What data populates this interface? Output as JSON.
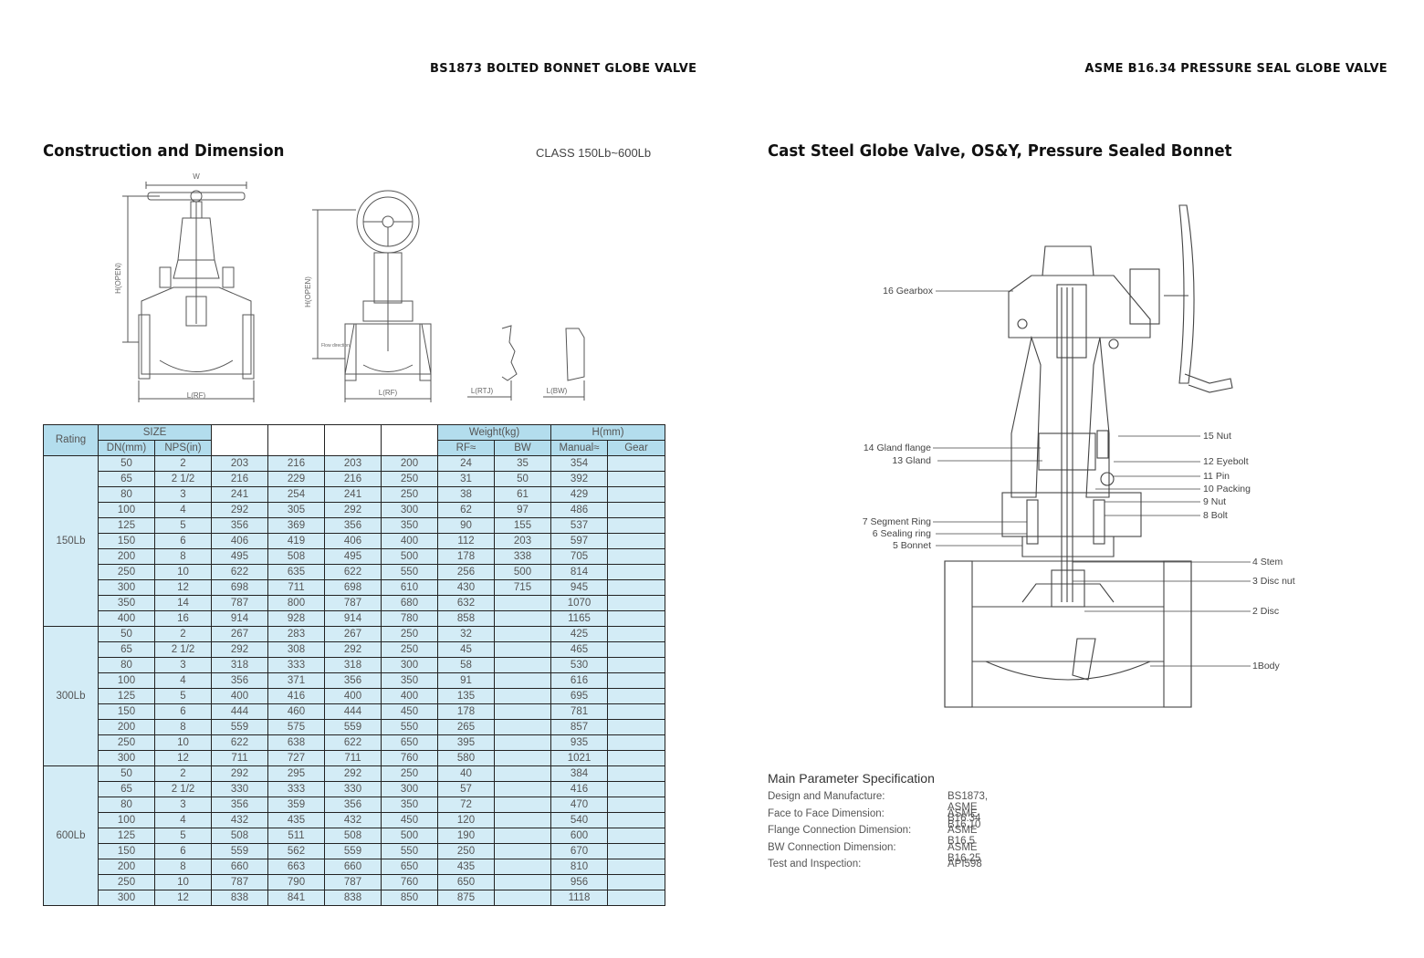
{
  "left_header": "BS1873 BOLTED BONNET GLOBE VALVE",
  "right_header": "ASME B16.34 PRESSURE SEAL GLOBE VALVE",
  "left_title": "Construction and Dimension",
  "class_range": "CLASS 150Lb~600Lb",
  "right_title": "Cast Steel Globe Valve, OS&Y, Pressure Sealed Bonnet",
  "drawing_labels": {
    "w": "W",
    "h_open": "H(OPEN)",
    "l_rf_1": "L(RF)",
    "l_rf_2": "L(RF)",
    "l_rtj": "L(RTJ)",
    "l_bw": "L(BW)",
    "flow": "Flow direction"
  },
  "table": {
    "h_rating": "Rating",
    "h_size": "SIZE",
    "h_dn": "DN(mm)",
    "h_nps": "NPS(in)",
    "h_weight": "Weight(kg)",
    "h_rf": "RF≈",
    "h_bw": "BW",
    "h_h": "H(mm)",
    "h_manual": "Manual≈",
    "h_gear": "Gear",
    "groups": [
      {
        "rating": "150Lb",
        "rows": [
          [
            "50",
            "2",
            "203",
            "216",
            "203",
            "200",
            "24",
            "35",
            "354",
            ""
          ],
          [
            "65",
            "2 1/2",
            "216",
            "229",
            "216",
            "250",
            "31",
            "50",
            "392",
            ""
          ],
          [
            "80",
            "3",
            "241",
            "254",
            "241",
            "250",
            "38",
            "61",
            "429",
            ""
          ],
          [
            "100",
            "4",
            "292",
            "305",
            "292",
            "300",
            "62",
            "97",
            "486",
            ""
          ],
          [
            "125",
            "5",
            "356",
            "369",
            "356",
            "350",
            "90",
            "155",
            "537",
            ""
          ],
          [
            "150",
            "6",
            "406",
            "419",
            "406",
            "400",
            "112",
            "203",
            "597",
            ""
          ],
          [
            "200",
            "8",
            "495",
            "508",
            "495",
            "500",
            "178",
            "338",
            "705",
            ""
          ],
          [
            "250",
            "10",
            "622",
            "635",
            "622",
            "550",
            "256",
            "500",
            "814",
            ""
          ],
          [
            "300",
            "12",
            "698",
            "711",
            "698",
            "610",
            "430",
            "715",
            "945",
            ""
          ],
          [
            "350",
            "14",
            "787",
            "800",
            "787",
            "680",
            "632",
            "",
            "1070",
            ""
          ],
          [
            "400",
            "16",
            "914",
            "928",
            "914",
            "780",
            "858",
            "",
            "1165",
            ""
          ]
        ]
      },
      {
        "rating": "300Lb",
        "rows": [
          [
            "50",
            "2",
            "267",
            "283",
            "267",
            "250",
            "32",
            "",
            "425",
            ""
          ],
          [
            "65",
            "2 1/2",
            "292",
            "308",
            "292",
            "250",
            "45",
            "",
            "465",
            ""
          ],
          [
            "80",
            "3",
            "318",
            "333",
            "318",
            "300",
            "58",
            "",
            "530",
            ""
          ],
          [
            "100",
            "4",
            "356",
            "371",
            "356",
            "350",
            "91",
            "",
            "616",
            ""
          ],
          [
            "125",
            "5",
            "400",
            "416",
            "400",
            "400",
            "135",
            "",
            "695",
            ""
          ],
          [
            "150",
            "6",
            "444",
            "460",
            "444",
            "450",
            "178",
            "",
            "781",
            ""
          ],
          [
            "200",
            "8",
            "559",
            "575",
            "559",
            "550",
            "265",
            "",
            "857",
            ""
          ],
          [
            "250",
            "10",
            "622",
            "638",
            "622",
            "650",
            "395",
            "",
            "935",
            ""
          ],
          [
            "300",
            "12",
            "711",
            "727",
            "711",
            "760",
            "580",
            "",
            "1021",
            ""
          ]
        ]
      },
      {
        "rating": "600Lb",
        "rows": [
          [
            "50",
            "2",
            "292",
            "295",
            "292",
            "250",
            "40",
            "",
            "384",
            ""
          ],
          [
            "65",
            "2 1/2",
            "330",
            "333",
            "330",
            "300",
            "57",
            "",
            "416",
            ""
          ],
          [
            "80",
            "3",
            "356",
            "359",
            "356",
            "350",
            "72",
            "",
            "470",
            ""
          ],
          [
            "100",
            "4",
            "432",
            "435",
            "432",
            "450",
            "120",
            "",
            "540",
            ""
          ],
          [
            "125",
            "5",
            "508",
            "511",
            "508",
            "500",
            "190",
            "",
            "600",
            ""
          ],
          [
            "150",
            "6",
            "559",
            "562",
            "559",
            "550",
            "250",
            "",
            "670",
            ""
          ],
          [
            "200",
            "8",
            "660",
            "663",
            "660",
            "650",
            "435",
            "",
            "810",
            ""
          ],
          [
            "250",
            "10",
            "787",
            "790",
            "787",
            "760",
            "650",
            "",
            "956",
            ""
          ],
          [
            "300",
            "12",
            "838",
            "841",
            "838",
            "850",
            "875",
            "",
            "1118",
            ""
          ]
        ]
      }
    ]
  },
  "parts": [
    "16 Gearbox",
    "15 Nut",
    "14 Gland flange",
    "13 Gland",
    "12 Eyebolt",
    "11 Pin",
    "10 Packing",
    "9 Nut",
    "8 Bolt",
    "7 Segment Ring",
    "6 Sealing ring",
    "5 Bonnet",
    "4 Stem",
    "3 Disc nut",
    "2 Disc",
    "1Body"
  ],
  "spec": {
    "title": "Main Parameter Specification",
    "rows": [
      {
        "k": "Design and Manufacture:",
        "v": "BS1873, ASME B16.34"
      },
      {
        "k": "Face to Face Dimension:",
        "v": "ASME B16.10"
      },
      {
        "k": "Flange Connection Dimension:",
        "v": "ASME B16.5"
      },
      {
        "k": "BW Connection Dimension:",
        "v": "ASME B16.25"
      },
      {
        "k": "Test and Inspection:",
        "v": "API598"
      }
    ]
  }
}
